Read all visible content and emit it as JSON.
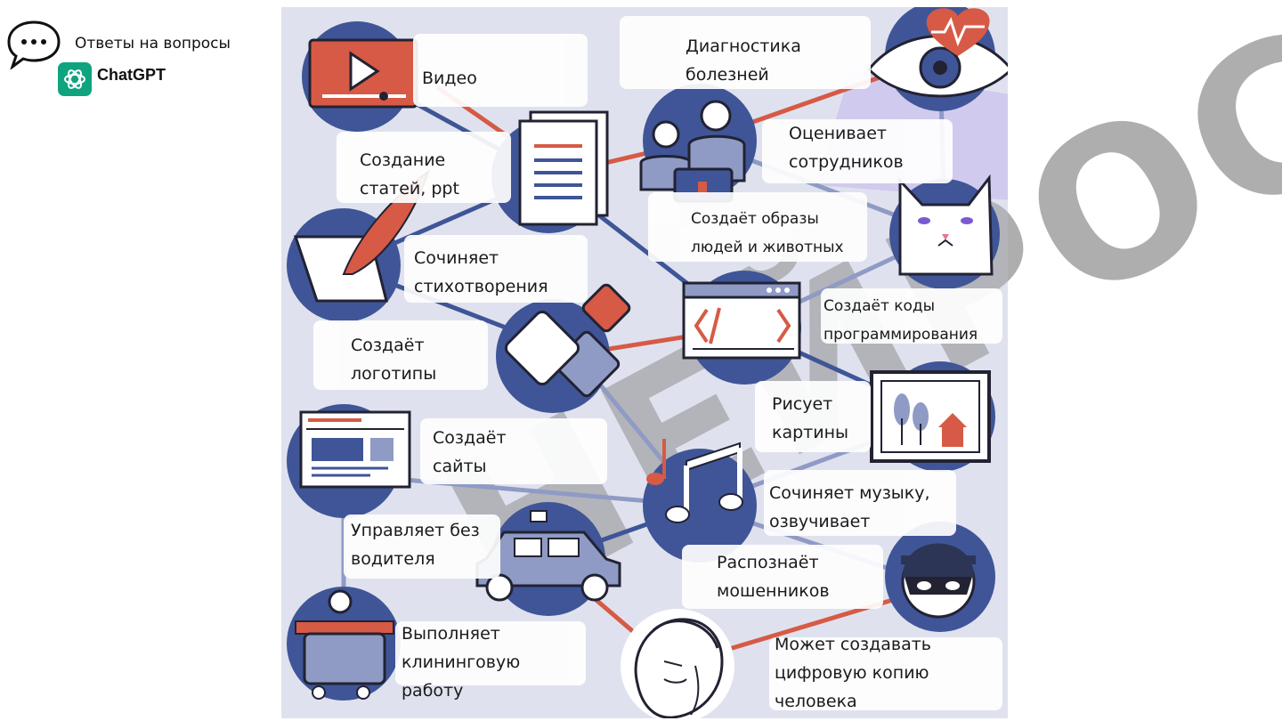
{
  "header": {
    "title": "Ответы на вопросы",
    "brand": "ChatGPT",
    "icons": [
      "speech-bubble-icon",
      "chatgpt-logo-icon"
    ]
  },
  "watermark": {
    "text": "НЕЙРОСЕТЬ"
  },
  "capabilities": [
    {
      "label": "Видео",
      "icon": "video-player-icon"
    },
    {
      "label": "Создание статей, ppt",
      "icon": "document-icon"
    },
    {
      "label": "Сочиняет стихотворения",
      "icon": "quill-pen-icon"
    },
    {
      "label": "Создаёт логотипы",
      "icon": "logo-shapes-icon"
    },
    {
      "label": "Создаёт сайты",
      "icon": "webpage-icon"
    },
    {
      "label": "Управляет без водителя",
      "icon": "car-icon"
    },
    {
      "label": "Выполняет клининговую работу",
      "icon": "cleaning-robot-icon"
    },
    {
      "label": "Диагностика болезней",
      "icon": "eye-heart-icon"
    },
    {
      "label": "Оценивает сотрудников",
      "icon": "employees-icon"
    },
    {
      "label": "Создаёт образы людей и животных",
      "icon": "cat-face-icon"
    },
    {
      "label": "Создаёт коды программирования",
      "icon": "html-code-icon"
    },
    {
      "label": "Рисует картины",
      "icon": "picture-frame-icon"
    },
    {
      "label": "Сочиняет музыку, озвучивает",
      "icon": "music-note-icon"
    },
    {
      "label": "Распознаёт мошенников",
      "icon": "masked-thief-icon"
    },
    {
      "label": "Может создавать цифровую копию человека",
      "icon": "human-profile-icon"
    }
  ],
  "colors": {
    "navy": "#3f5597",
    "red": "#d65a45",
    "panel": "#dfe2ee",
    "watermark": "#9c9c9c",
    "watermark_violet": "#c9c1ee",
    "chatgpt_green": "#10a37f"
  }
}
